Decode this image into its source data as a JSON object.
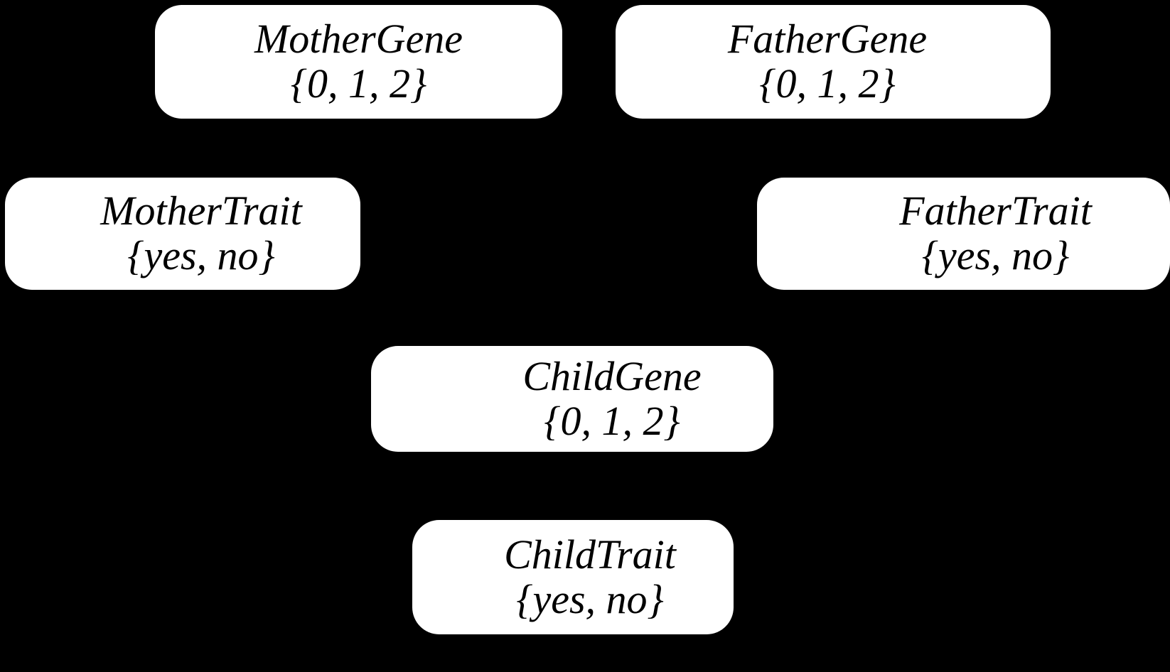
{
  "diagram": {
    "kind": "bayesian-network",
    "background_color": "#000000",
    "node_fill_color": "#ffffff",
    "node_text_color": "#000000",
    "nodes": [
      {
        "id": "mother-gene",
        "title": "MotherGene",
        "domain": "{0, 1, 2}"
      },
      {
        "id": "father-gene",
        "title": "FatherGene",
        "domain": "{0, 1, 2}"
      },
      {
        "id": "mother-trait",
        "title": "MotherTrait",
        "domain": "{yes, no}"
      },
      {
        "id": "father-trait",
        "title": "FatherTrait",
        "domain": "{yes, no}"
      },
      {
        "id": "child-gene",
        "title": "ChildGene",
        "domain": "{0, 1, 2}"
      },
      {
        "id": "child-trait",
        "title": "ChildTrait",
        "domain": "{yes, no}"
      }
    ]
  }
}
